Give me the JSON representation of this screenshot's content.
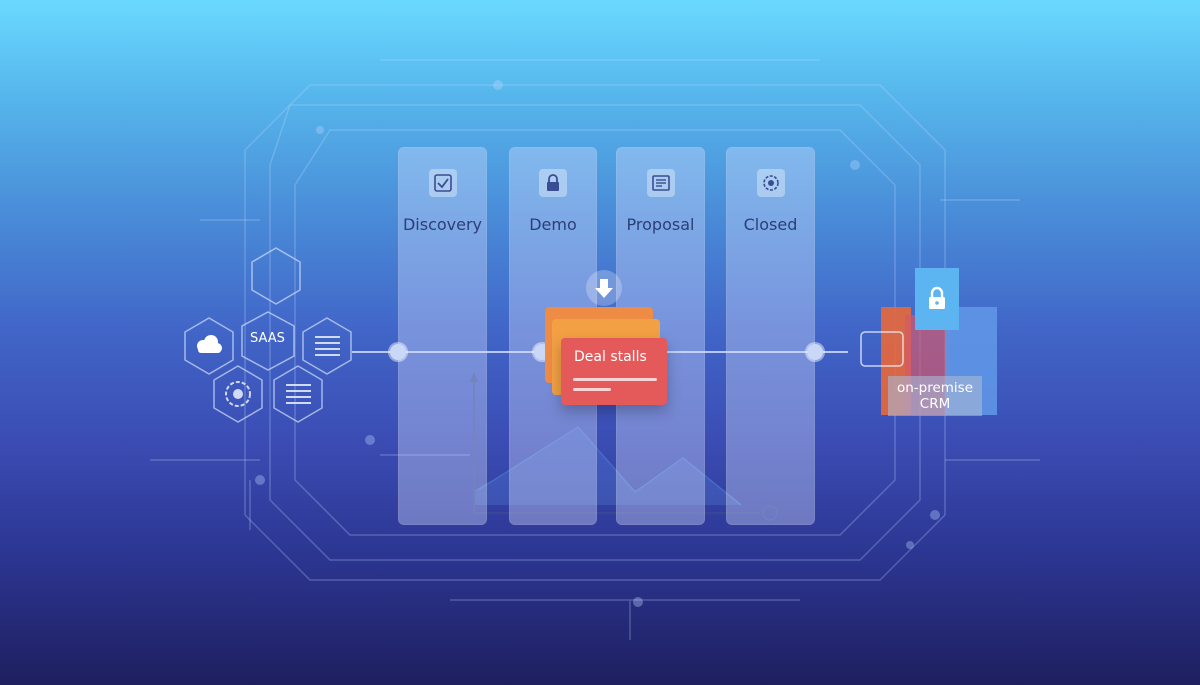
{
  "pipeline": {
    "stages": [
      {
        "label": "Discovery",
        "icon": "checkbox-icon"
      },
      {
        "label": "Demo",
        "icon": "lock-icon"
      },
      {
        "label": "Proposal",
        "icon": "document-icon"
      },
      {
        "label": "Closed",
        "icon": "gear-icon"
      }
    ]
  },
  "deal_card": {
    "label": "Deal stalls"
  },
  "hexagons": {
    "saas_label": "SAAS"
  },
  "crm": {
    "label": "on-premise CRM"
  },
  "colors": {
    "deal_card": "#e4595a",
    "deal_card_back": "#ee8b45",
    "crm_lock": "#5cb4f0",
    "crm_orange": "#e8683a"
  }
}
